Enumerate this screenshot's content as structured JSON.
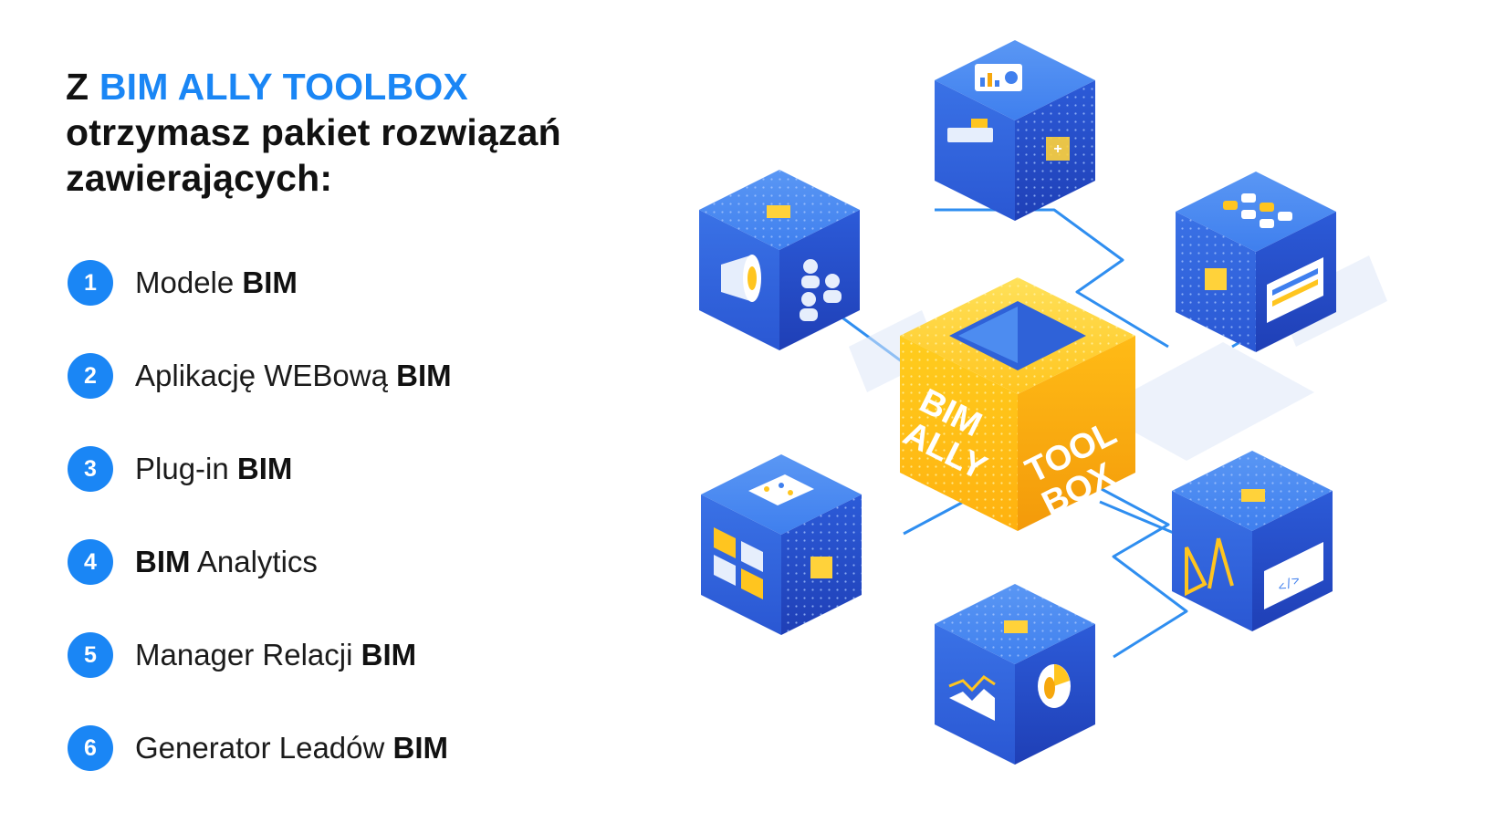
{
  "headline": {
    "prefix": "Z ",
    "brand": "BIM ALLY TOOLBOX",
    "line2": "otrzymasz pakiet rozwiązań",
    "line3": "zawierających:"
  },
  "items": [
    {
      "num": "1",
      "pre": "Modele ",
      "bold": "BIM",
      "post": ""
    },
    {
      "num": "2",
      "pre": "Aplikację WEBową ",
      "bold": "BIM",
      "post": ""
    },
    {
      "num": "3",
      "pre": "Plug-in ",
      "bold": "BIM",
      "post": ""
    },
    {
      "num": "4",
      "pre": "",
      "bold": "BIM",
      "post": " Analytics"
    },
    {
      "num": "5",
      "pre": "Manager Relacji ",
      "bold": "BIM",
      "post": ""
    },
    {
      "num": "6",
      "pre": "Generator Leadów ",
      "bold": "BIM",
      "post": ""
    }
  ],
  "center_box": {
    "left_text": [
      "BIM",
      "ALLY"
    ],
    "right_text": [
      "TOOL",
      "BOX"
    ]
  },
  "colors": {
    "accent": "#1a86f5",
    "cube_top": "#4d8cf0",
    "cube_left": "#2f62d8",
    "cube_right": "#2548c0",
    "gold_top": "#ffd23a",
    "gold_left": "#ffbf14",
    "gold_right": "#f6a70c",
    "connector": "#2f8ef0"
  },
  "cubes": [
    {
      "name": "cube-reports",
      "icons": [
        "chart-icon",
        "bricks-icon"
      ]
    },
    {
      "name": "cube-marketing",
      "icons": [
        "megaphone-icon",
        "users-icon"
      ]
    },
    {
      "name": "cube-apps",
      "icons": [
        "grid-icon",
        "browser-window-icon"
      ]
    },
    {
      "name": "cube-calendar",
      "icons": [
        "calendar-icon",
        "image-gallery-icon"
      ]
    },
    {
      "name": "cube-design",
      "icons": [
        "compass-ruler-icon",
        "code-window-icon"
      ]
    },
    {
      "name": "cube-analytics",
      "icons": [
        "line-chart-icon",
        "pie-chart-icon"
      ]
    }
  ]
}
